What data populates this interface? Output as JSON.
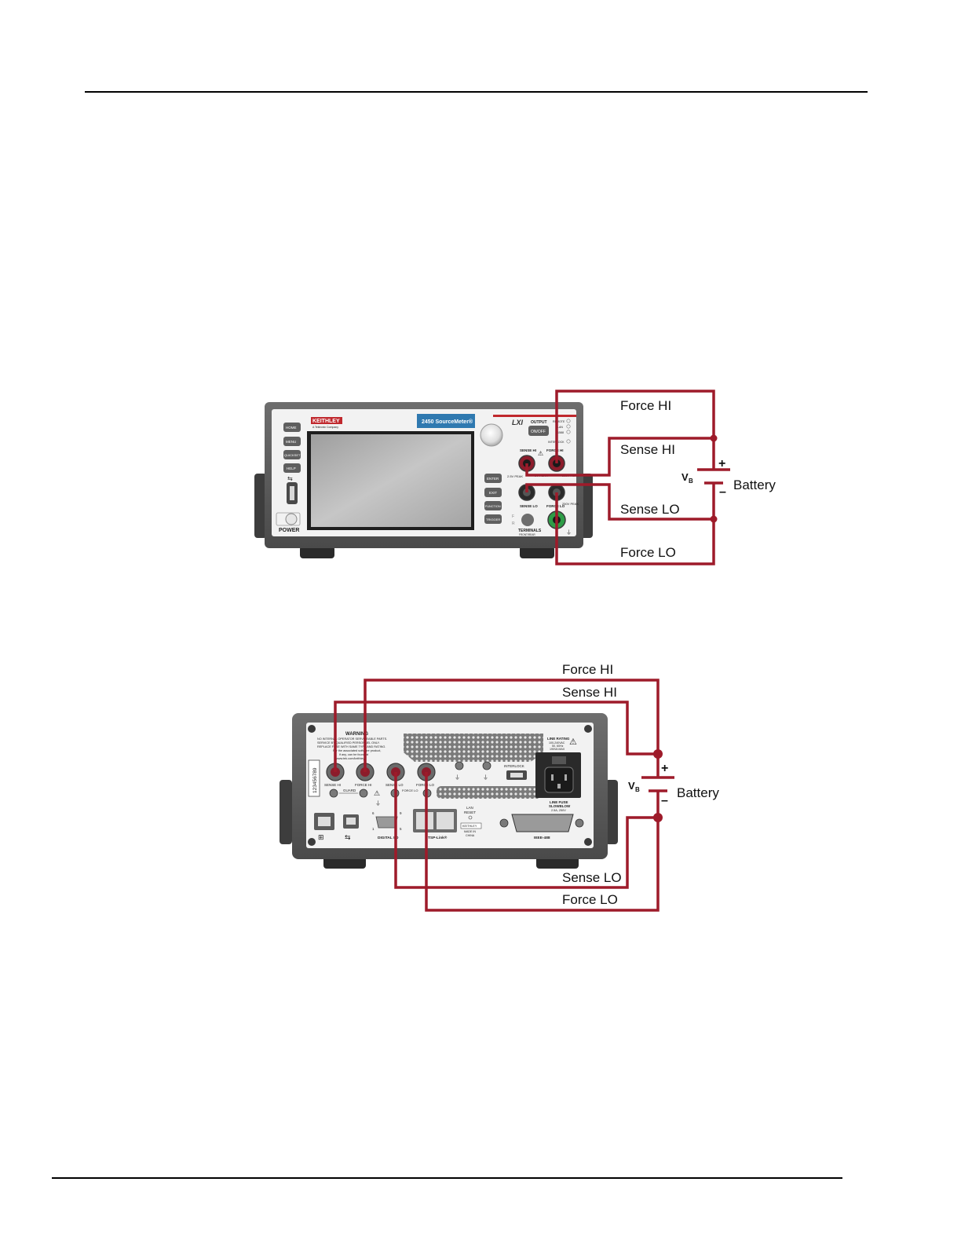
{
  "front_diagram": {
    "brand": "KEITHLEY",
    "brand_sub": "A Tektronix Company",
    "model": "2450 SourceMeter®",
    "lxi": "LXI",
    "buttons": [
      "HOME",
      "MENU",
      "QUICKSET",
      "HELP"
    ],
    "right_buttons": [
      "ENTER",
      "EXIT",
      "FUNCTION",
      "TRIGGER"
    ],
    "output_label": "OUTPUT",
    "output_button": "ON/OFF",
    "status_leds": [
      "REMOTE",
      "LAN",
      "1588",
      "INTERLOCK"
    ],
    "terminal_labels": {
      "sense_hi": "SENSE HI",
      "force_hi": "FORCE HI",
      "sense_lo": "SENSE LO",
      "force_lo": "FORCE LO"
    },
    "peak_labels": [
      "2.5V PEAK",
      "5V PEAK",
      "210V PEAK",
      "250V PEAK"
    ],
    "terminals_label": "TERMINALS",
    "terminals_sub": "FRONT/REAR",
    "power_label": "POWER",
    "wire_labels": {
      "force_hi": "Force HI",
      "sense_hi": "Sense HI",
      "sense_lo": "Sense LO",
      "force_lo": "Force LO"
    },
    "battery": {
      "label": "Battery",
      "symbol": "V",
      "subscript": "B",
      "plus": "+",
      "minus": "–"
    }
  },
  "rear_diagram": {
    "warning_title": "WARNING",
    "warning_lines": [
      "NO INTERNAL OPERATOR SERVICEABLE PARTS.",
      "SERVICE BY QUALIFIED PERSONNEL ONLY.",
      "REPLACE FUSE WITH SAME TYPE AND RATING.",
      "For the associated software product,",
      "if any, can be found at",
      "www.tek.com/keithley"
    ],
    "serial": "123456789",
    "connector_labels": [
      "SENSE HI",
      "FORCE HI",
      "SENSE LO",
      "FORCE LO"
    ],
    "guard_label": "GUARD",
    "force_lo_small": "FORCE LO",
    "interlock_label": "INTERLOCK",
    "line_rating": [
      "LINE RATING",
      "100-240VAC",
      "50, 60Hz",
      "190VA MAX"
    ],
    "line_fuse": [
      "LINE FUSE",
      "SLOWBLOW",
      "2.5A, 250V"
    ],
    "lan_reset": [
      "LAN",
      "RESET"
    ],
    "digital_io": "DIGITAL I/O",
    "tsp_link": "TSP-Link®",
    "made_in": [
      "KEITHLEY",
      "MADE IN",
      "CHINA"
    ],
    "ieee": "IEEE-488",
    "pin_labels": [
      "6",
      "9",
      "1",
      "5"
    ],
    "wire_labels": {
      "force_hi": "Force HI",
      "sense_hi": "Sense HI",
      "sense_lo": "Sense LO",
      "force_lo": "Force LO"
    },
    "battery": {
      "label": "Battery",
      "symbol": "V",
      "subscript": "B",
      "plus": "+",
      "minus": "–"
    }
  },
  "colors": {
    "wire": "#9e1b2a",
    "panel": "#5a5a5a",
    "screen": "#b7b7b7",
    "brand_red": "#c0282d",
    "model_blue": "#2f79b0",
    "green_terminal": "#2e9d47"
  }
}
